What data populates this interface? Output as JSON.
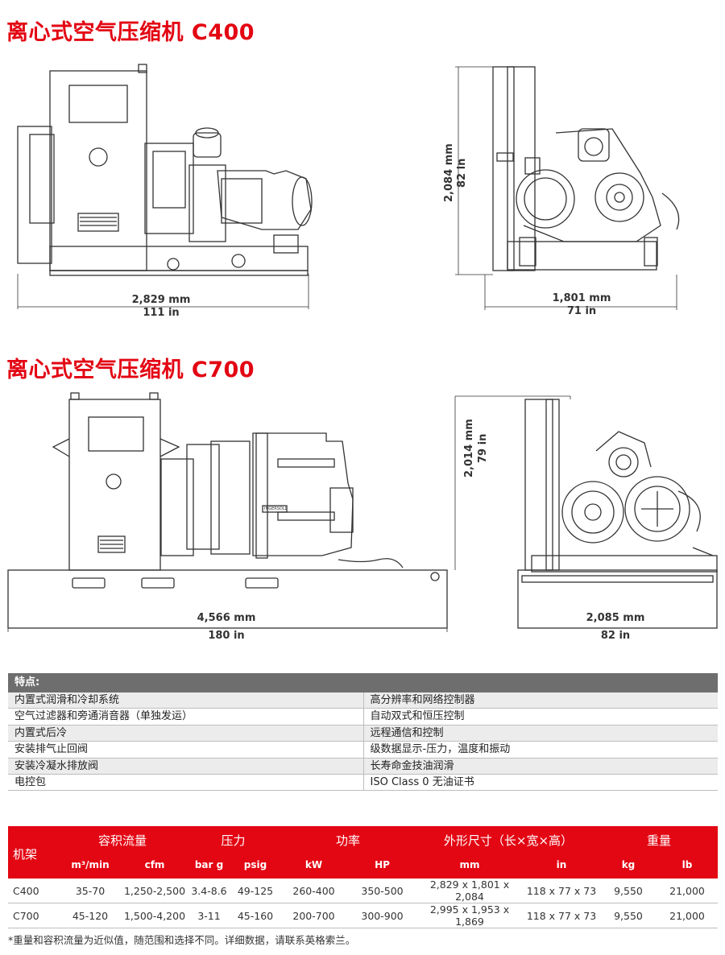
{
  "section1": {
    "title": "离心式空气压缩机 C400",
    "front_dim": {
      "mm": "2,829 mm",
      "in": "111 in"
    },
    "side_dim": {
      "mm": "1,801 mm",
      "in": "71 in"
    },
    "height_dim": {
      "mm": "2,084 mm",
      "in": "82 in"
    }
  },
  "section2": {
    "title": "离心式空气压缩机 C700",
    "front_dim": {
      "mm": "4,566 mm",
      "in": "180 in"
    },
    "side_dim": {
      "mm": "2,085 mm",
      "in": "82 in"
    },
    "height_dim": {
      "mm": "2,014 mm",
      "in": "79 in"
    },
    "nameplate": "INGERSOLL"
  },
  "features": {
    "header": "特点:",
    "rows": [
      [
        "内置式润滑和冷却系统",
        "高分辨率和网络控制器"
      ],
      [
        "空气过滤器和旁通消音器（单独发运）",
        "自动双式和恒压控制"
      ],
      [
        "内置式后冷",
        "远程通信和控制"
      ],
      [
        "安装排气止回阀",
        "级数据显示-压力，温度和振动"
      ],
      [
        "安装冷凝水排放阀",
        "长寿命金技油润滑"
      ],
      [
        "电控包",
        "ISO Class 0 无油证书"
      ]
    ]
  },
  "spec": {
    "col_model": "机架",
    "groups": [
      "容积流量",
      "压力",
      "功率",
      "外形尺寸（长×宽×高）",
      "重量"
    ],
    "units": [
      "m³/min",
      "cfm",
      "bar g",
      "psig",
      "kW",
      "HP",
      "mm",
      "in",
      "kg",
      "lb"
    ],
    "rows": [
      [
        "C400",
        "35-70",
        "1,250-2,500",
        "3.4-8.6",
        "49-125",
        "260-400",
        "350-500",
        "2,829 x 1,801 x 2,084",
        "118 x 77 x 73",
        "9,550",
        "21,000"
      ],
      [
        "C700",
        "45-120",
        "1,500-4,200",
        "3-11",
        "45-160",
        "200-700",
        "300-900",
        "2,995 x 1,953 x 1,869",
        "118 x 77 x 73",
        "9,550",
        "21,000"
      ]
    ]
  },
  "footnote": "*重量和容积流量为近似值，随范围和选择不同。详细数据，请联系英格索兰。",
  "colors": {
    "brand_red": "#e30613",
    "header_gray": "#6e6e6e"
  }
}
